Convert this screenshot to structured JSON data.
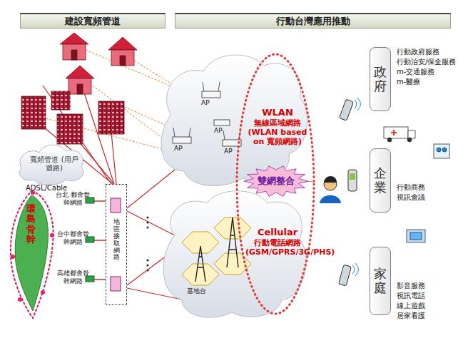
{
  "diagram": {
    "nodes": [
      {
        "text": [
          "建設寬頻管道"
        ]
      },
      {
        "text": [
          "行動台灣應用推動"
        ]
      },
      {
        "text": [
          "寬頻管道 (用戶迴路)"
        ]
      },
      {
        "text": [
          "環島骨幹"
        ]
      },
      {
        "text": [
          "台北 都會骨幹網路"
        ]
      },
      {
        "text": [
          "台中都會骨幹網路"
        ]
      },
      {
        "text": [
          "高雄都會骨幹網路"
        ]
      },
      {
        "text": [
          "地區接取網路"
        ]
      },
      {
        "text": [
          "WLAN",
          "無線區域網路 (WLAN based on 寬頻網路)"
        ]
      },
      {
        "text": [
          "雙網整合"
        ]
      },
      {
        "text": [
          "Cellular",
          "行動電話網路 (GSM/GPRS/3G/PHS)"
        ]
      },
      {
        "text": [
          "政府"
        ]
      },
      {
        "text": [
          "企業"
        ]
      },
      {
        "text": [
          "家庭"
        ]
      }
    ],
    "edges": [
      {
        "from": 4,
        "to": 7,
        "arrow": "none"
      },
      {
        "from": 5,
        "to": 7,
        "arrow": "none"
      },
      {
        "from": 6,
        "to": 7,
        "arrow": "none"
      }
    ],
    "labels": [
      "ADSL/Cable",
      "AP",
      "AP",
      "AP",
      "AP",
      "基地台",
      "行動政府服務",
      "行動治安/保全服務",
      "m-交通服務",
      "m-醫療",
      "行動商務",
      "視訊會議",
      "影音服務",
      "視訊電話",
      "線上遊戲",
      "居家看護"
    ]
  }
}
